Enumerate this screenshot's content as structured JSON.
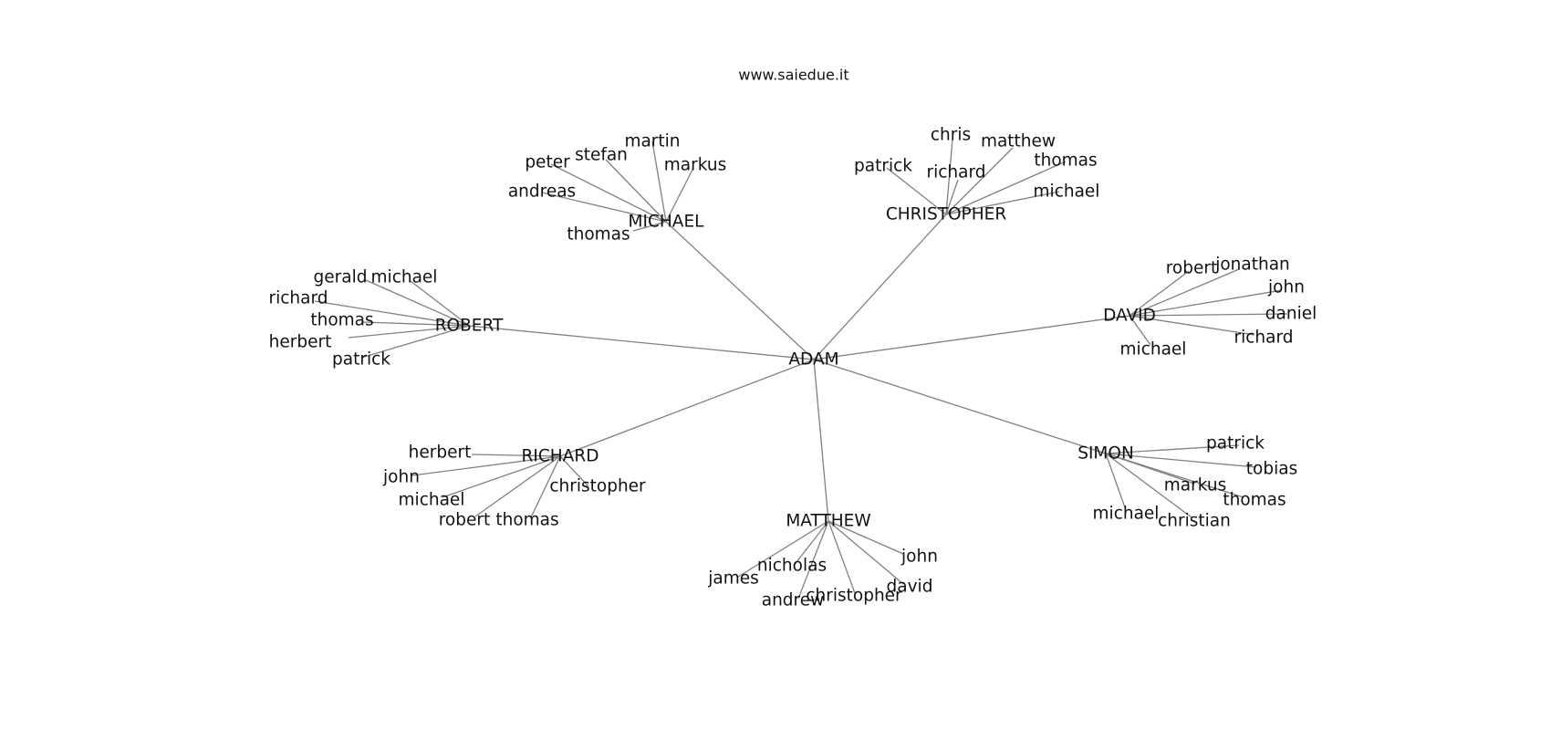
{
  "site": "www.saiedue.it",
  "diagram": {
    "root": "ADAM",
    "clusters": [
      {
        "key": "michael",
        "label": "MICHAEL",
        "children": [
          "martin",
          "stefan",
          "peter",
          "markus",
          "andreas",
          "thomas"
        ]
      },
      {
        "key": "christopher",
        "label": "CHRISTOPHER",
        "children": [
          "chris",
          "matthew",
          "patrick",
          "richard",
          "thomas",
          "michael"
        ]
      },
      {
        "key": "robert",
        "label": "ROBERT",
        "children": [
          "gerald",
          "michael",
          "richard",
          "thomas",
          "herbert",
          "patrick"
        ]
      },
      {
        "key": "david",
        "label": "DAVID",
        "children": [
          "robert",
          "jonathan",
          "john",
          "daniel",
          "richard",
          "michael"
        ]
      },
      {
        "key": "richard",
        "label": "RICHARD",
        "children": [
          "herbert",
          "john",
          "christopher",
          "michael",
          "robert",
          "thomas"
        ]
      },
      {
        "key": "simon",
        "label": "SIMON",
        "children": [
          "patrick",
          "tobias",
          "markus",
          "thomas",
          "michael",
          "christian"
        ]
      },
      {
        "key": "matthew",
        "label": "MATTHEW",
        "children": [
          "john",
          "nicholas",
          "james",
          "david",
          "christopher",
          "andrew"
        ]
      }
    ]
  }
}
